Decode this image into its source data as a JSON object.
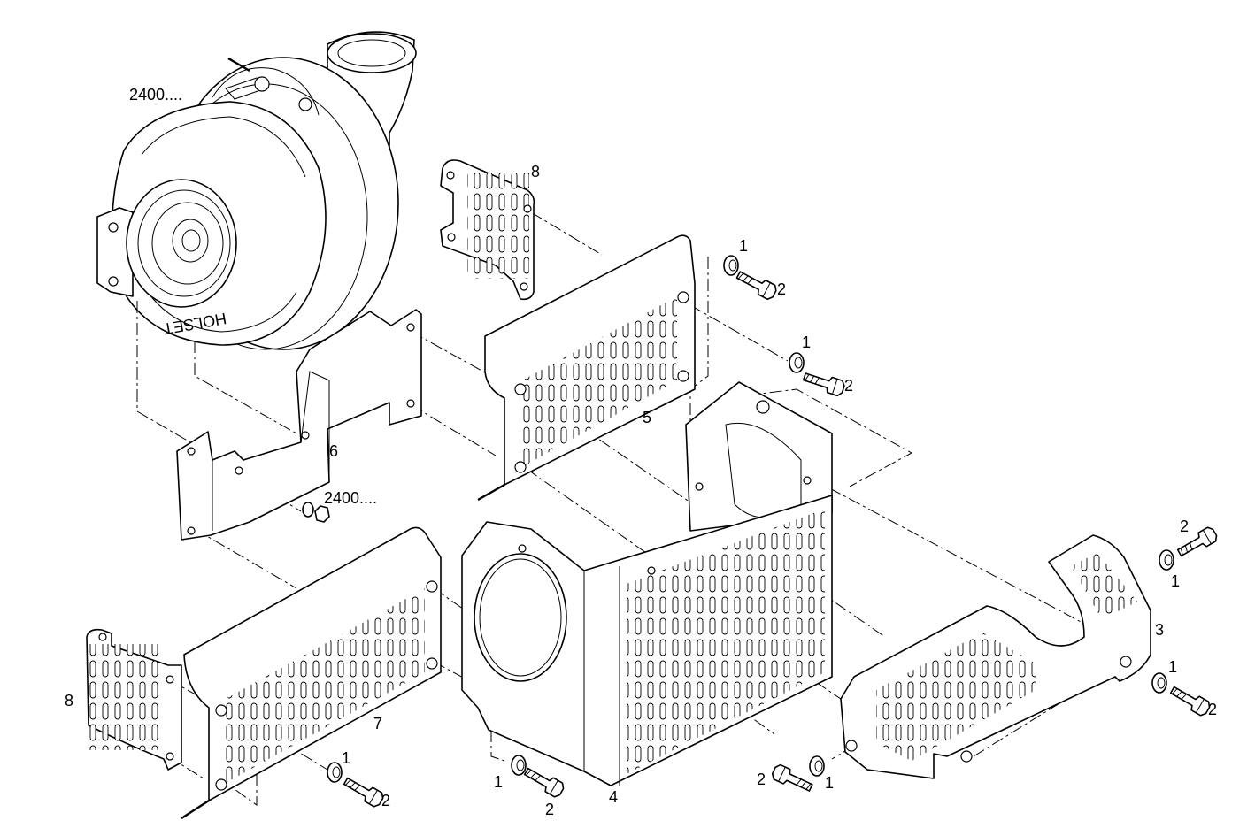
{
  "labels": {
    "turbo_top": "2400....",
    "nut_ref": "2400....",
    "p1": "1",
    "p2": "2",
    "p3": "3",
    "p4": "4",
    "p5": "5",
    "p6": "6",
    "p7": "7",
    "p8": "8"
  },
  "icons": {
    "turbocharger": "turbocharger-drawing",
    "bolt": "bolt-drawing",
    "washer": "washer-drawing",
    "nut": "nut-drawing"
  }
}
